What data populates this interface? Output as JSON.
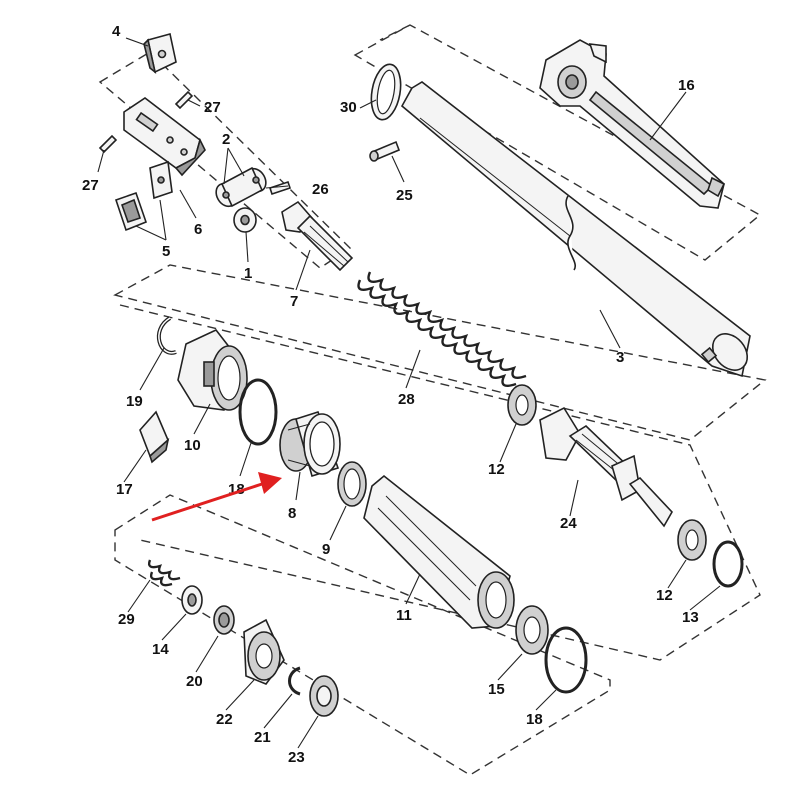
{
  "colors": {
    "line": "#222222",
    "part_fill": "#f4f4f4",
    "shadow_fill": "#9a9a9a",
    "arrow": "#e02020"
  },
  "callouts": {
    "c1": "1",
    "c2": "2",
    "c3": "3",
    "c4": "4",
    "c5": "5",
    "c6": "6",
    "c7": "7",
    "c8": "8",
    "c9": "9",
    "c10": "10",
    "c11": "11",
    "c12a": "12",
    "c12b": "12",
    "c13": "13",
    "c14": "14",
    "c15": "15",
    "c16": "16",
    "c17": "17",
    "c18a": "18",
    "c18b": "18",
    "c19": "19",
    "c20": "20",
    "c21": "21",
    "c22": "22",
    "c23": "23",
    "c24": "24",
    "c25": "25",
    "c26": "26",
    "c27a": "27",
    "c27b": "27",
    "c28": "28",
    "c29": "29",
    "c30": "30"
  },
  "highlight": {
    "arrow_color": "#e02020",
    "target_part": "8"
  }
}
